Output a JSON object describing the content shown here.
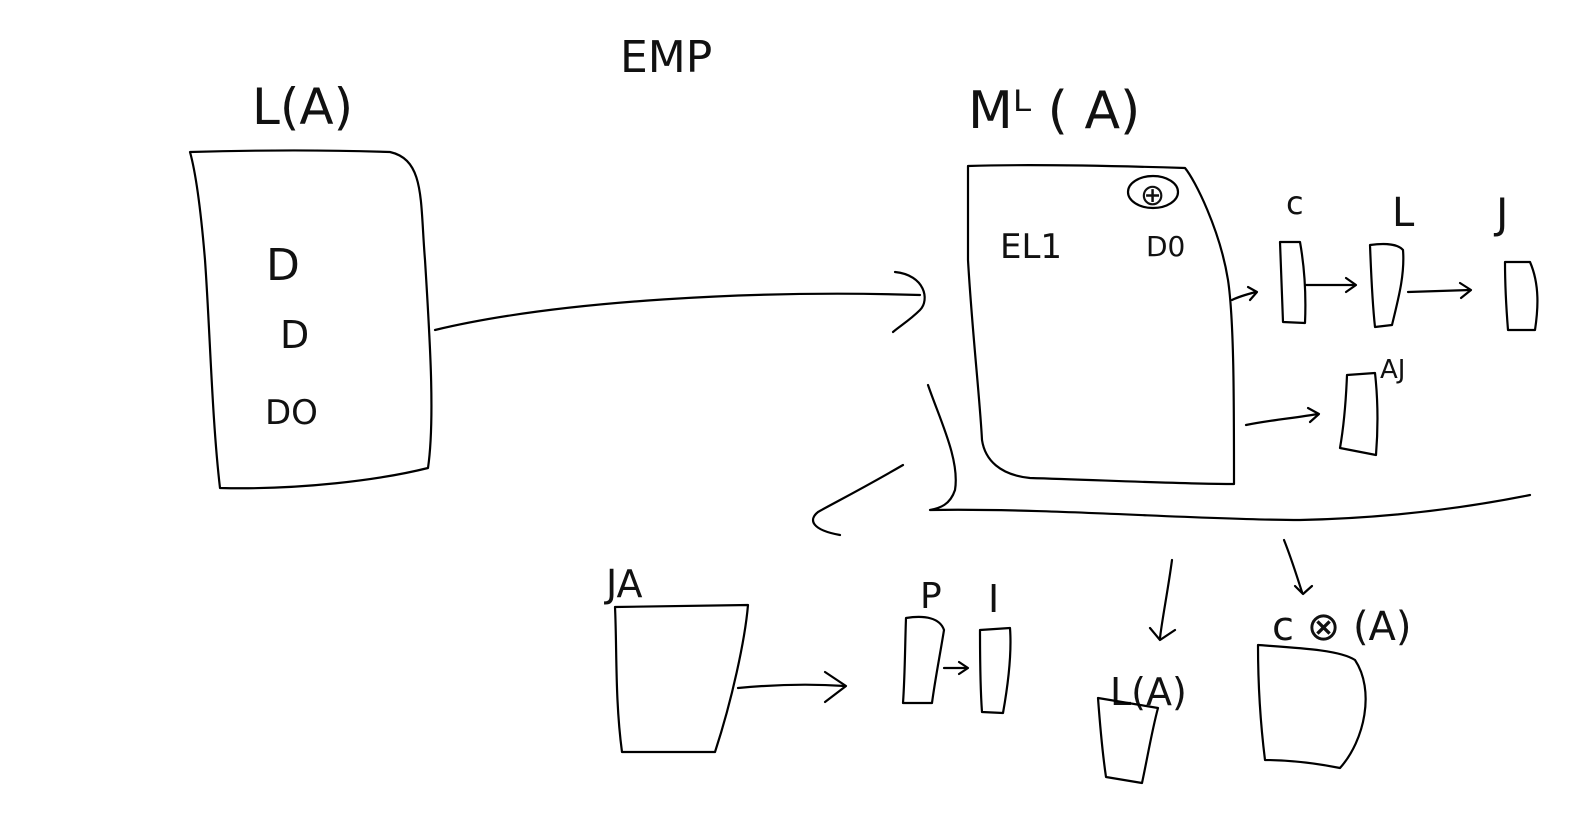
{
  "diagram": {
    "title": "EMP",
    "nodes": {
      "l_a": {
        "label": "L(A)",
        "contents": [
          "D",
          "D",
          "DO"
        ]
      },
      "ml_a": {
        "label": "Mᴸ ( A)",
        "inner_left": "EL1",
        "inner_symbol": "⊕",
        "inner_right": "D0"
      },
      "row_c": "c",
      "row_l": "L",
      "row_j": "J",
      "row_aj": "AJ",
      "ja": "JA",
      "p": "P",
      "i": "I",
      "l_a_bottom": "L(A)",
      "c_a": "c ⊗ (A)"
    },
    "colors": {
      "ink": "#000000",
      "background": "#ffffff"
    }
  }
}
